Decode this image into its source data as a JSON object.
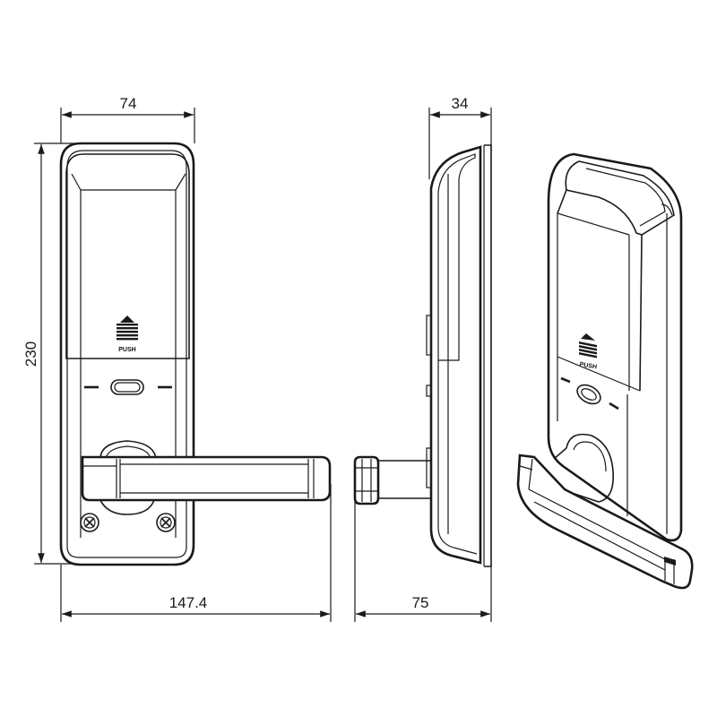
{
  "dimensions": {
    "front_width": "74",
    "side_depth": "34",
    "overall_height": "230",
    "front_total_width": "147.4",
    "side_total_depth": "75"
  },
  "labels": {
    "push_front": "PUSH",
    "push_iso": "PUSH"
  },
  "colors": {
    "line": "#1a1a1a",
    "background": "#ffffff"
  }
}
